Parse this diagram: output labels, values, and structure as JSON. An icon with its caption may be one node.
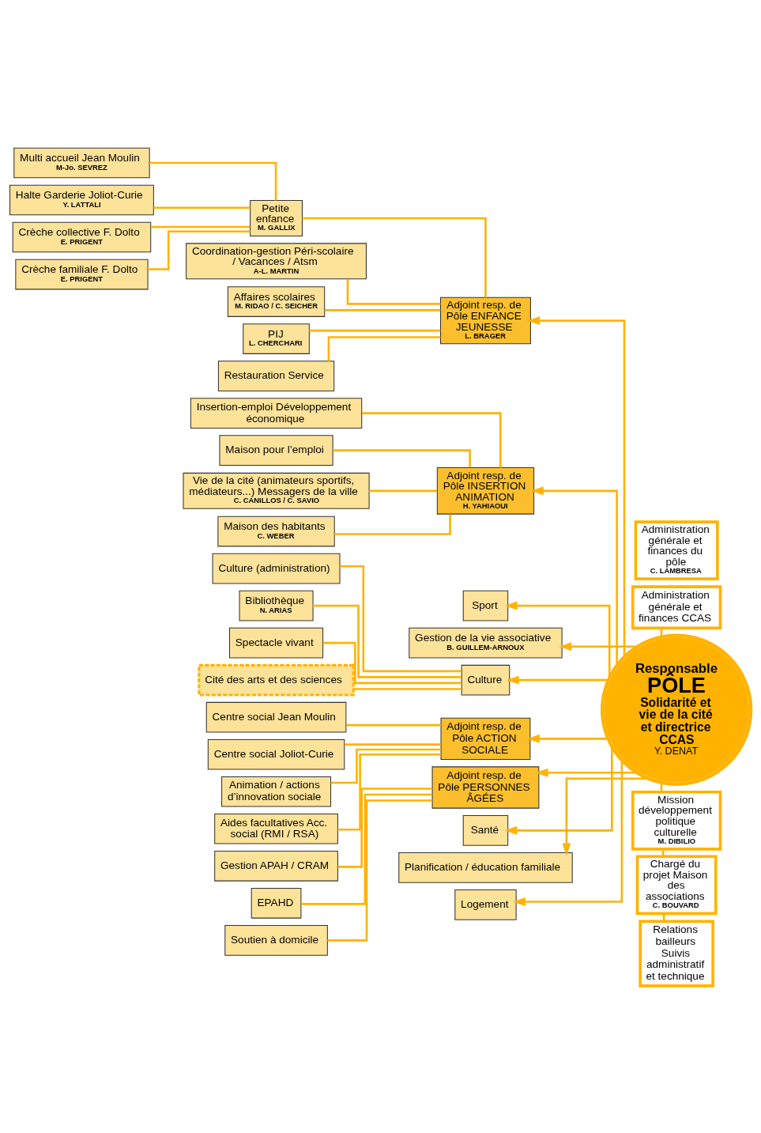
{
  "diagram": {
    "nodes": [
      {
        "text": [
          "Multi accueil Jean Moulin",
          "M-Jo. SEVREZ"
        ]
      },
      {
        "text": [
          "Halte Garderie Joliot-Curie",
          "Y. LATTALI"
        ]
      },
      {
        "text": [
          "Crèche collective F. Dolto",
          "E. PRIGENT"
        ]
      },
      {
        "text": [
          "Crèche familiale F. Dolto",
          "E. PRIGENT"
        ]
      },
      {
        "text": [
          "Petite enfance",
          "M. GALLIX"
        ]
      },
      {
        "text": [
          "Coordination-gestion Péri-scolaire / Vacances / Atsm",
          "A-L. MARTIN"
        ]
      },
      {
        "text": [
          "Affaires scolaires",
          "M. RIDAO / C. SEICHER"
        ]
      },
      {
        "text": [
          "PIJ",
          "L. CHERCHARI"
        ]
      },
      {
        "text": [
          "Restauration Service"
        ]
      },
      {
        "text": [
          "Adjoint resp. de Pôle ENFANCE JEUNESSE",
          "L. BRAGER"
        ]
      },
      {
        "text": [
          "Administration générale et finances du pôle",
          "C. LAMBRESA"
        ]
      },
      {
        "text": [
          "Administration générale et finances CCAS"
        ]
      },
      {
        "text": [
          "Responsable",
          "PÔLE",
          "Solidarité et vie de la cité et directrice CCAS",
          "Y. DENAT"
        ]
      },
      {
        "text": [
          "Insertion-emploi Développement économique"
        ]
      },
      {
        "text": [
          "Maison pour l’emploi"
        ]
      },
      {
        "text": [
          "Vie de la cité (animateurs sportifs, médiateurs...) Messagers de la ville",
          "C. CANILLOS / C. SAVIO"
        ]
      },
      {
        "text": [
          "Maison des habitants",
          "C. WEBER"
        ]
      },
      {
        "text": [
          "Adjoint resp. de Pôle INSERTION ANIMATION",
          "H. YAHIAOUI"
        ]
      },
      {
        "text": [
          "Sport"
        ]
      },
      {
        "text": [
          "Gestion de la vie associative",
          "B. GUILLEM-ARNOUX"
        ]
      },
      {
        "text": [
          "Mission développement politique culturelle",
          "M. DIBILIO"
        ]
      },
      {
        "text": [
          "Culture (administration)"
        ]
      },
      {
        "text": [
          "Bibliothèque",
          "N. ARIAS"
        ]
      },
      {
        "text": [
          "Spectacle vivant"
        ]
      },
      {
        "text": [
          "Cité des arts et des sciences"
        ]
      },
      {
        "text": [
          "Culture"
        ]
      },
      {
        "text": [
          "Chargé du projet Maison des associations",
          "C. BOUVARD"
        ]
      },
      {
        "text": [
          "Relations bailleurs Suivis administratif et technique"
        ]
      },
      {
        "text": [
          "Centre social Jean Moulin"
        ]
      },
      {
        "text": [
          "Centre social Joliot-Curie"
        ]
      },
      {
        "text": [
          "Animation / actions d’innovation sociale"
        ]
      },
      {
        "text": [
          "Aides facultatives Acc. social (RMI / RSA)"
        ]
      },
      {
        "text": [
          "Adjoint resp. de Pôle ACTION SOCIALE"
        ]
      },
      {
        "text": [
          "Gestion APAH / CRAM"
        ]
      },
      {
        "text": [
          "EPAHD"
        ]
      },
      {
        "text": [
          "Soutien à domicile"
        ]
      },
      {
        "text": [
          "Adjoint resp. de Pôle PERSONNES ÂGÉES"
        ]
      },
      {
        "text": [
          "Santé"
        ]
      },
      {
        "text": [
          "Planification / éducation familiale"
        ]
      },
      {
        "text": [
          "Logement"
        ]
      }
    ],
    "edges": [
      {
        "from": 12,
        "to": 9,
        "arrow": "to"
      },
      {
        "from": 12,
        "to": 17,
        "arrow": "to"
      },
      {
        "from": 12,
        "to": 18,
        "arrow": "to"
      },
      {
        "from": 12,
        "to": 19,
        "arrow": "to"
      },
      {
        "from": 12,
        "to": 25,
        "arrow": "to"
      },
      {
        "from": 12,
        "to": 32,
        "arrow": "to"
      },
      {
        "from": 12,
        "to": 36,
        "arrow": "to"
      },
      {
        "from": 12,
        "to": 37,
        "arrow": "to"
      },
      {
        "from": 12,
        "to": 38,
        "arrow": "to"
      },
      {
        "from": 12,
        "to": 39,
        "arrow": "to"
      },
      {
        "from": 9,
        "to": 4,
        "arrow": "none"
      },
      {
        "from": 9,
        "to": 5,
        "arrow": "none"
      },
      {
        "from": 9,
        "to": 6,
        "arrow": "none"
      },
      {
        "from": 9,
        "to": 7,
        "arrow": "none"
      },
      {
        "from": 9,
        "to": 8,
        "arrow": "none"
      },
      {
        "from": 4,
        "to": 0,
        "arrow": "none"
      },
      {
        "from": 4,
        "to": 1,
        "arrow": "none"
      },
      {
        "from": 4,
        "to": 2,
        "arrow": "none"
      },
      {
        "from": 4,
        "to": 3,
        "arrow": "none"
      },
      {
        "from": 17,
        "to": 13,
        "arrow": "none"
      },
      {
        "from": 17,
        "to": 14,
        "arrow": "none"
      },
      {
        "from": 17,
        "to": 15,
        "arrow": "none"
      },
      {
        "from": 17,
        "to": 16,
        "arrow": "none"
      },
      {
        "from": 25,
        "to": 21,
        "arrow": "none"
      },
      {
        "from": 25,
        "to": 22,
        "arrow": "none"
      },
      {
        "from": 25,
        "to": 23,
        "arrow": "none"
      },
      {
        "from": 25,
        "to": 24,
        "arrow": "none"
      },
      {
        "from": 32,
        "to": 28,
        "arrow": "none"
      },
      {
        "from": 32,
        "to": 29,
        "arrow": "none"
      },
      {
        "from": 32,
        "to": 30,
        "arrow": "none"
      },
      {
        "from": 32,
        "to": 31,
        "arrow": "none"
      },
      {
        "from": 36,
        "to": 33,
        "arrow": "none"
      },
      {
        "from": 36,
        "to": 34,
        "arrow": "none"
      },
      {
        "from": 36,
        "to": 35,
        "arrow": "none"
      },
      {
        "from": 12,
        "to": 11,
        "arrow": "none"
      },
      {
        "from": 12,
        "to": 20,
        "arrow": "none"
      },
      {
        "from": 20,
        "to": 26,
        "arrow": "none"
      },
      {
        "from": 26,
        "to": 27,
        "arrow": "none"
      }
    ]
  }
}
